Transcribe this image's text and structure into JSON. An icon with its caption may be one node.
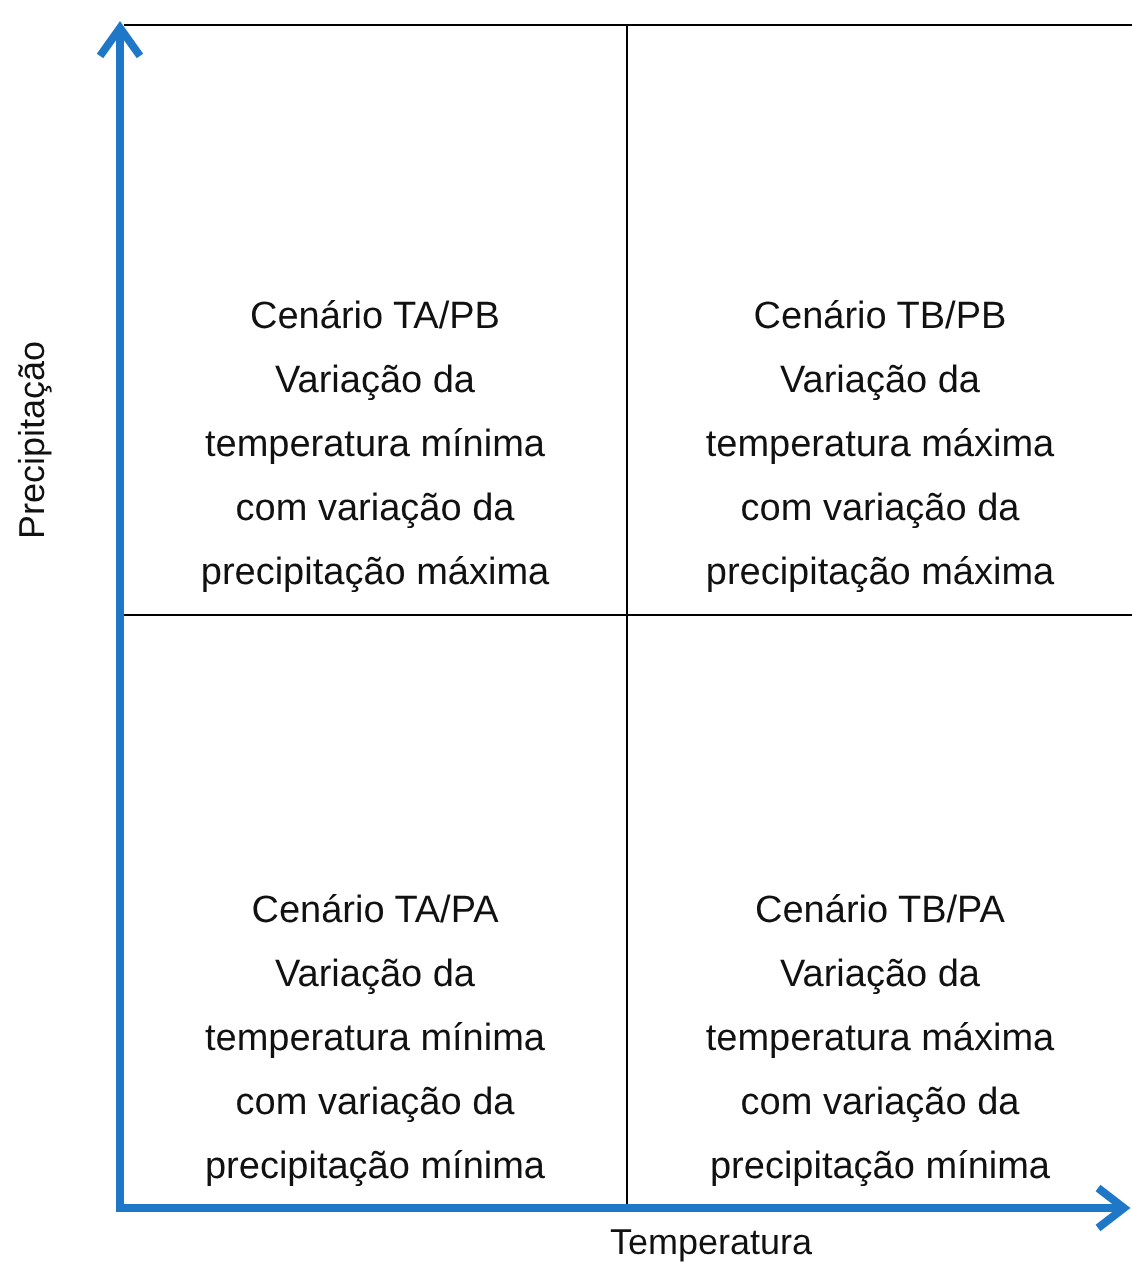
{
  "diagram": {
    "nodes": [
      {
        "text": [
          "Cenário TA/PB",
          "Variação da temperatura mínima com variação da precipitação máxima"
        ]
      },
      {
        "text": [
          "Cenário TB/PB",
          "Variação da temperatura máxima com variação da precipitação máxima"
        ]
      },
      {
        "text": [
          "Cenário TA/PA",
          "Variação da temperatura mínima com variação da precipitação mínima"
        ]
      },
      {
        "text": [
          "Cenário TB/PA",
          "Variação da temperatura máxima com variação da precipitação mínima"
        ]
      }
    ],
    "edges": [],
    "labels": [
      "Precipitação",
      "Temperatura"
    ]
  }
}
